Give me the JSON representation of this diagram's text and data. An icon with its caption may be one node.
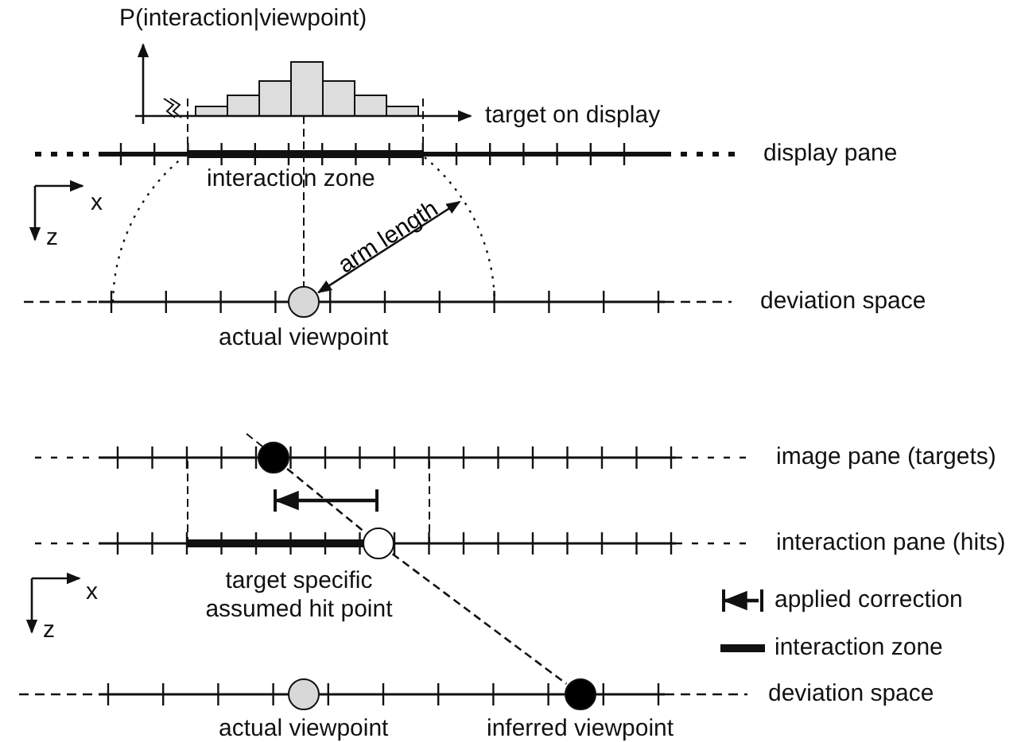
{
  "diagram": {
    "nodes": [
      {
        "text": [],
        "shape": "circle",
        "beside": [
          "actual viewpoint"
        ]
      },
      {
        "text": [],
        "shape": "circle"
      },
      {
        "text": [],
        "shape": "circle",
        "beside": [
          "target specific assumed hit point"
        ]
      },
      {
        "text": [],
        "shape": "circle",
        "beside": [
          "actual viewpoint"
        ]
      },
      {
        "text": [],
        "shape": "circle",
        "beside": [
          "inferred viewpoint"
        ]
      }
    ],
    "edges": [
      {
        "from": null,
        "to": 0,
        "arrow": "both",
        "label": "arm length"
      },
      {
        "from": 1,
        "to": 2,
        "arrow": "none",
        "style": "dashed"
      },
      {
        "from": 2,
        "to": 4,
        "arrow": "none",
        "style": "dashed"
      }
    ],
    "labels": [
      "P(interaction|viewpoint)",
      "target on display",
      "display pane",
      "interaction zone",
      "x",
      "z",
      "deviation space",
      "image pane (targets)",
      "interaction pane (hits)",
      "x",
      "z",
      "deviation space"
    ],
    "legend": [
      {
        "text": "applied correction"
      },
      {
        "text": "interaction zone"
      }
    ]
  }
}
